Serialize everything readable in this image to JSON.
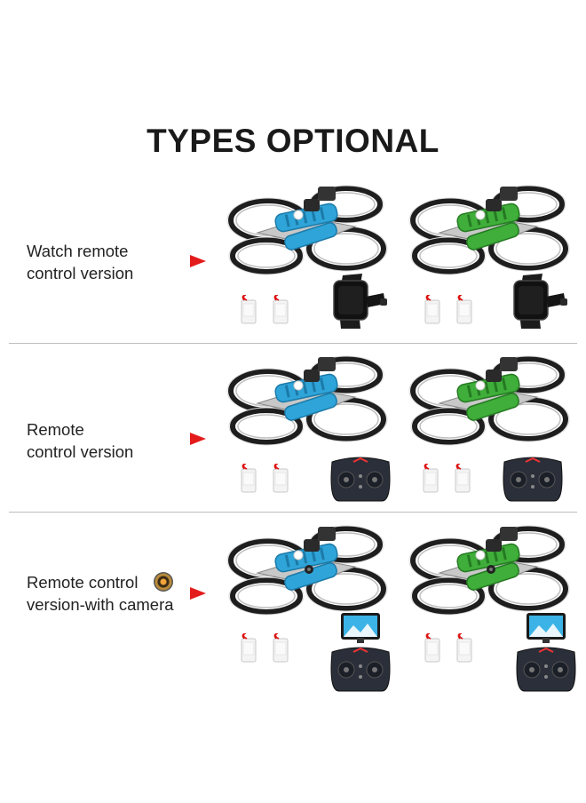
{
  "title": "TYPES OPTIONAL",
  "colors": {
    "blue_drone": "#2fa4d8",
    "green_drone": "#3fae3a",
    "arrow": "#e31b1b"
  },
  "rows": [
    {
      "label_lines": [
        "Watch remote",
        "control version"
      ],
      "accessory": "watch-icon",
      "has_camera": false
    },
    {
      "label_lines": [
        "Remote",
        "control version"
      ],
      "accessory": "gamepad-icon",
      "has_camera": false
    },
    {
      "label_lines": [
        "Remote control",
        "version-with camera"
      ],
      "accessory": "phone-gamepad-icon",
      "has_camera": true
    }
  ],
  "variants": [
    "blue",
    "green"
  ]
}
